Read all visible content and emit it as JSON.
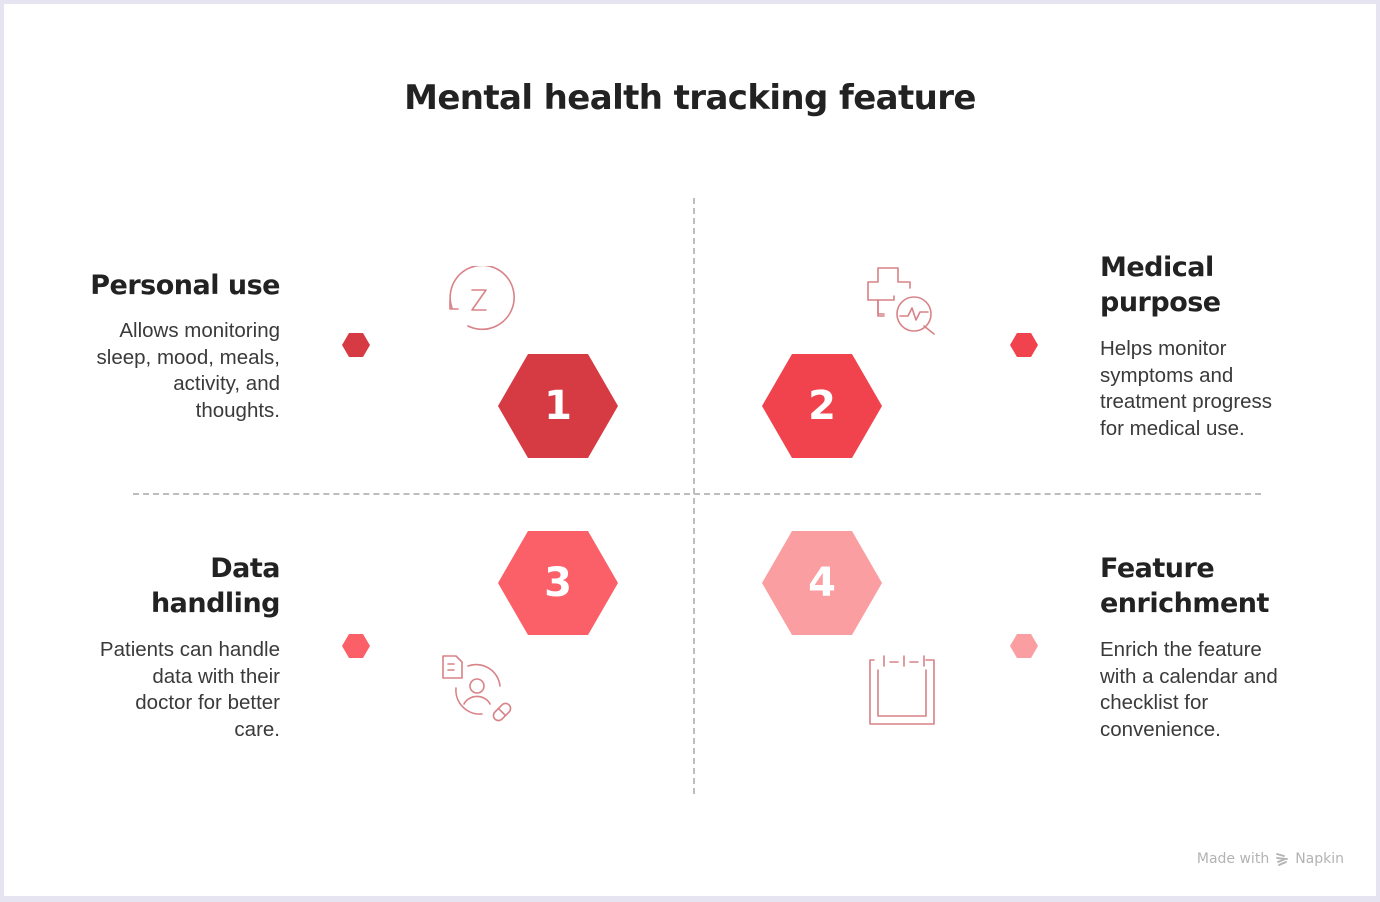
{
  "title": "Mental health tracking feature",
  "quadrants": [
    {
      "number": "1",
      "heading": "Personal use",
      "description": "Allows monitoring sleep, mood, meals, activity, and thoughts.",
      "description_lines": [
        "Allows monitoring",
        "sleep, mood, meals,",
        "activity, and",
        "thoughts."
      ],
      "icon": "sleep-cycle-icon",
      "color": "#d63a43"
    },
    {
      "number": "2",
      "heading": "Medical purpose",
      "heading_lines": [
        "Medical",
        "purpose"
      ],
      "description": "Helps monitor symptoms and treatment progress for medical use.",
      "description_lines": [
        "Helps monitor",
        "symptoms and",
        "treatment progress",
        "for medical use."
      ],
      "icon": "medical-cross-search-icon",
      "color": "#f0434e"
    },
    {
      "number": "3",
      "heading": "Data handling",
      "heading_lines": [
        "Data",
        "handling"
      ],
      "description": "Patients can handle data with their doctor for better care.",
      "description_lines": [
        "Patients can handle",
        "data with their",
        "doctor for better",
        "care."
      ],
      "icon": "patient-doctor-data-icon",
      "color": "#fb5f68"
    },
    {
      "number": "4",
      "heading": "Feature enrichment",
      "heading_lines": [
        "Feature",
        "enrichment"
      ],
      "description": "Enrich the feature with a calendar and checklist for convenience.",
      "description_lines": [
        "Enrich the feature",
        "with a calendar and",
        "checklist for",
        "convenience."
      ],
      "icon": "calendar-icon",
      "color": "#fb9ea1"
    }
  ],
  "icon_stroke_color": "#d98287",
  "footer": {
    "prefix": "Made with",
    "brand": "Napkin"
  }
}
